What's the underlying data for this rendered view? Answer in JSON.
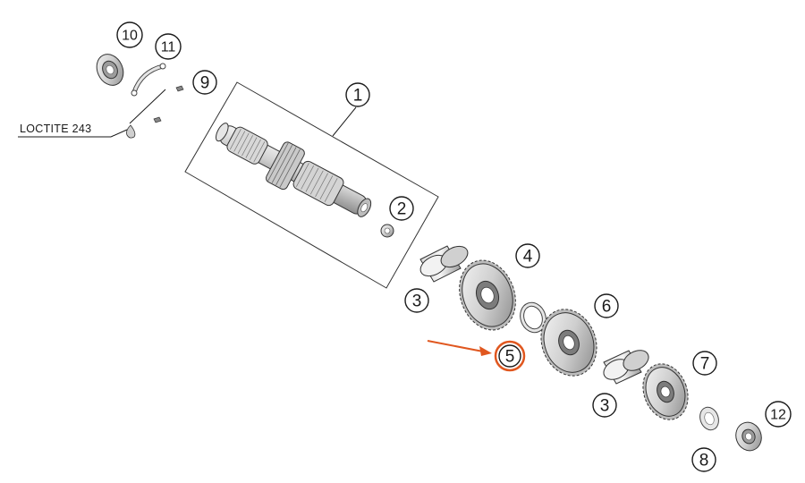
{
  "loctite_label": "LOCTITE 243",
  "callouts": {
    "c1": "1",
    "c2": "2",
    "c3a": "3",
    "c3b": "3",
    "c4": "4",
    "c5": "5",
    "c6": "6",
    "c7": "7",
    "c8": "8",
    "c9": "9",
    "c10": "10",
    "c11": "11",
    "c12": "12"
  },
  "colors": {
    "highlight": "#e0571f",
    "line": "#1a1a1a",
    "part_light": "#e8e8e8",
    "part_mid": "#c4c4c4",
    "part_dark": "#7a7a7a"
  }
}
